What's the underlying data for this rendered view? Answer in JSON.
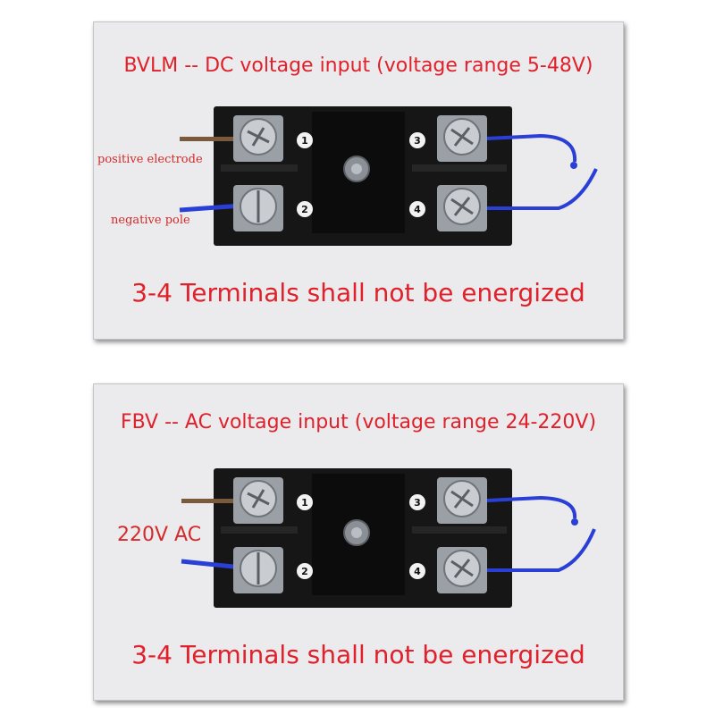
{
  "top": {
    "heading": "BVLM -- DC voltage input (voltage range 5-48V)",
    "positive_label": "positive electrode",
    "negative_label": "negative pole",
    "warning": "3-4 Terminals shall not be energized",
    "terminal_numbers": [
      "1",
      "2",
      "3",
      "4"
    ]
  },
  "bottom": {
    "heading": "FBV -- AC voltage input (voltage range 24-220V)",
    "ac_label": "220V AC",
    "warning": "3-4 Terminals shall not be energized",
    "terminal_numbers": [
      "1",
      "2",
      "3",
      "4"
    ]
  },
  "colors": {
    "text_red": "#e0202a",
    "wire_blue": "#2a3fd6",
    "wire_brown": "#7a5a3a",
    "block_black": "#161616"
  }
}
